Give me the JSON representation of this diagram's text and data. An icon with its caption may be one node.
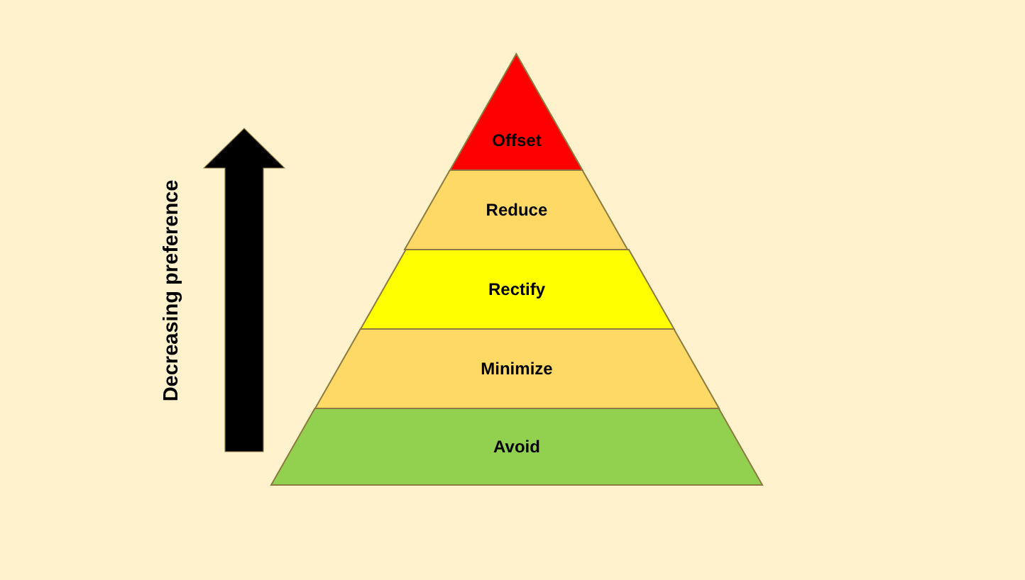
{
  "diagram": {
    "nodes": [
      {
        "text": [
          "Offset"
        ]
      },
      {
        "text": [
          "Reduce"
        ]
      },
      {
        "text": [
          "Rectify"
        ]
      },
      {
        "text": [
          "Minimize"
        ]
      },
      {
        "text": [
          "Avoid"
        ]
      }
    ],
    "labels": [
      "Decreasing preference"
    ]
  }
}
